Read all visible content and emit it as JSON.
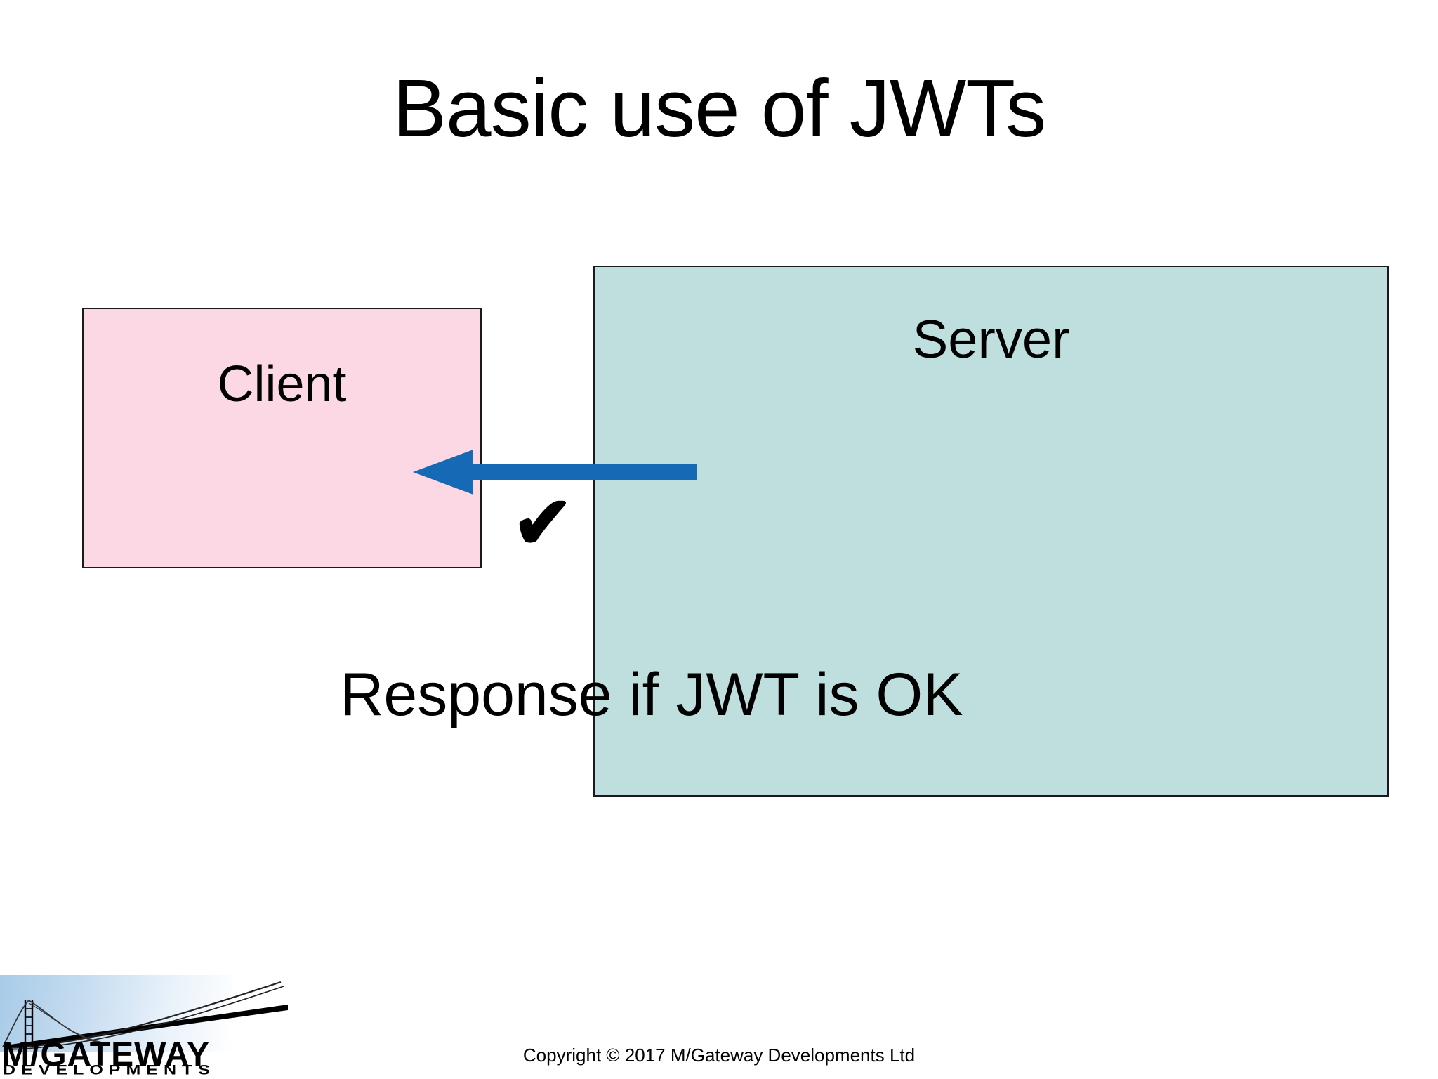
{
  "slide": {
    "title": "Basic use of JWTs",
    "background_color": "#ffffff"
  },
  "diagram": {
    "nodes": [
      {
        "id": "client",
        "label": "Client",
        "fill_color": "#fbd8e3",
        "border_color": "#1a1a1a"
      },
      {
        "id": "server",
        "label": "Server",
        "fill_color": "#bedfde",
        "border_color": "#1a1a1a"
      }
    ],
    "arrow": {
      "name": "response-arrow",
      "direction": "right-to-left",
      "from": "Server",
      "to": "Client",
      "color": "#1569b5"
    },
    "status_marker": {
      "name": "ok-checkmark",
      "glyph": "✔",
      "color": "#000000"
    },
    "caption": "Response if JWT is OK"
  },
  "logo": {
    "wordmark": "M/GATEWAY",
    "subwordmark": "DEVELOPMENTS",
    "plate_color": "#a8cbe8",
    "icon_name": "suspension-bridge-icon"
  },
  "footer": {
    "copyright": "Copyright © 2017 M/Gateway Developments Ltd"
  }
}
